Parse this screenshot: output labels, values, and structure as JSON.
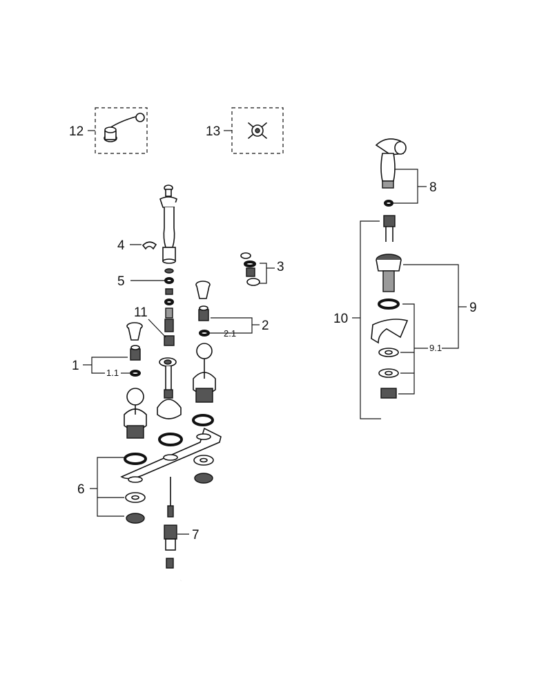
{
  "callouts": {
    "c1": "1",
    "c1_1": "1.1",
    "c2": "2",
    "c2_1": "2.1",
    "c3": "3",
    "c4": "4",
    "c5": "5",
    "c6": "6",
    "c7": "7",
    "c8": "8",
    "c9": "9",
    "c9_1": "9.1",
    "c10": "10",
    "c11": "11",
    "c12": "12",
    "c13": "13"
  },
  "colors": {
    "line": "#111111",
    "part_dark": "#555555",
    "part_mid": "#9a9a9a",
    "background": "#ffffff"
  },
  "icons": [
    "lever-handle-icon",
    "cross-handle-icon",
    "side-spray-icon"
  ]
}
